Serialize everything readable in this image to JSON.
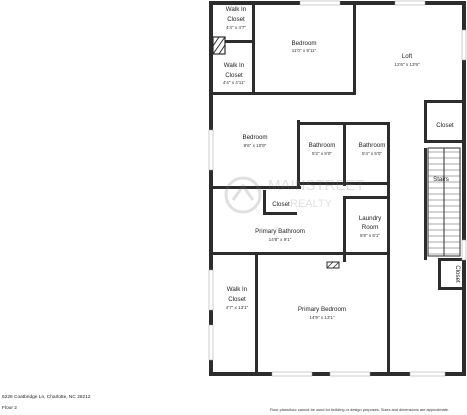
{
  "rooms": [
    {
      "id": "walkin-closet-1",
      "name": [
        "Walk In",
        "Closet"
      ],
      "dims": "4'4\" x 4'7\""
    },
    {
      "id": "walkin-closet-2",
      "name": [
        "Walk In",
        "Closet"
      ],
      "dims": "4'4\" x 4'11\""
    },
    {
      "id": "bedroom-1",
      "name": [
        "Bedroom"
      ],
      "dims": "11'0\" x 9'11\""
    },
    {
      "id": "loft",
      "name": [
        "Loft"
      ],
      "dims": "12'6\" x 13'9\""
    },
    {
      "id": "bedroom-2",
      "name": [
        "Bedroom"
      ],
      "dims": "9'6\" x 10'9\""
    },
    {
      "id": "bathroom-1",
      "name": [
        "Bathroom"
      ],
      "dims": "5'2\" x 5'0\""
    },
    {
      "id": "bathroom-2",
      "name": [
        "Bathroom"
      ],
      "dims": "5'4\" x 5'0\""
    },
    {
      "id": "closet-right",
      "name": [
        "Closet"
      ],
      "dims": ""
    },
    {
      "id": "stairs",
      "name": [
        "Stairs"
      ],
      "dims": ""
    },
    {
      "id": "closet-center",
      "name": [
        "Closet"
      ],
      "dims": ""
    },
    {
      "id": "laundry",
      "name": [
        "Laundry",
        "Room"
      ],
      "dims": "5'9\" x 6'1\""
    },
    {
      "id": "primary-bathroom",
      "name": [
        "Primary Bathroom"
      ],
      "dims": "14'8\" x 9'1\""
    },
    {
      "id": "walkin-closet-3",
      "name": [
        "Walk In",
        "Closet"
      ],
      "dims": "4'7\" x 13'1\""
    },
    {
      "id": "primary-bedroom",
      "name": [
        "Primary Bedroom"
      ],
      "dims": "14'9\" x 13'1\""
    },
    {
      "id": "closet-small",
      "name": [
        "Closet"
      ],
      "dims": ""
    }
  ],
  "watermark": {
    "line1": "MAINSTREET",
    "line2": "REALTY"
  },
  "footer": {
    "address": "6228 Coatbridge Ln, Charlotte, NC 28212",
    "floor": "Floor 2",
    "disclaimer": "Floor plans/tour cannot be used for building or design purposes. Sizes and dimensions are approximate."
  }
}
